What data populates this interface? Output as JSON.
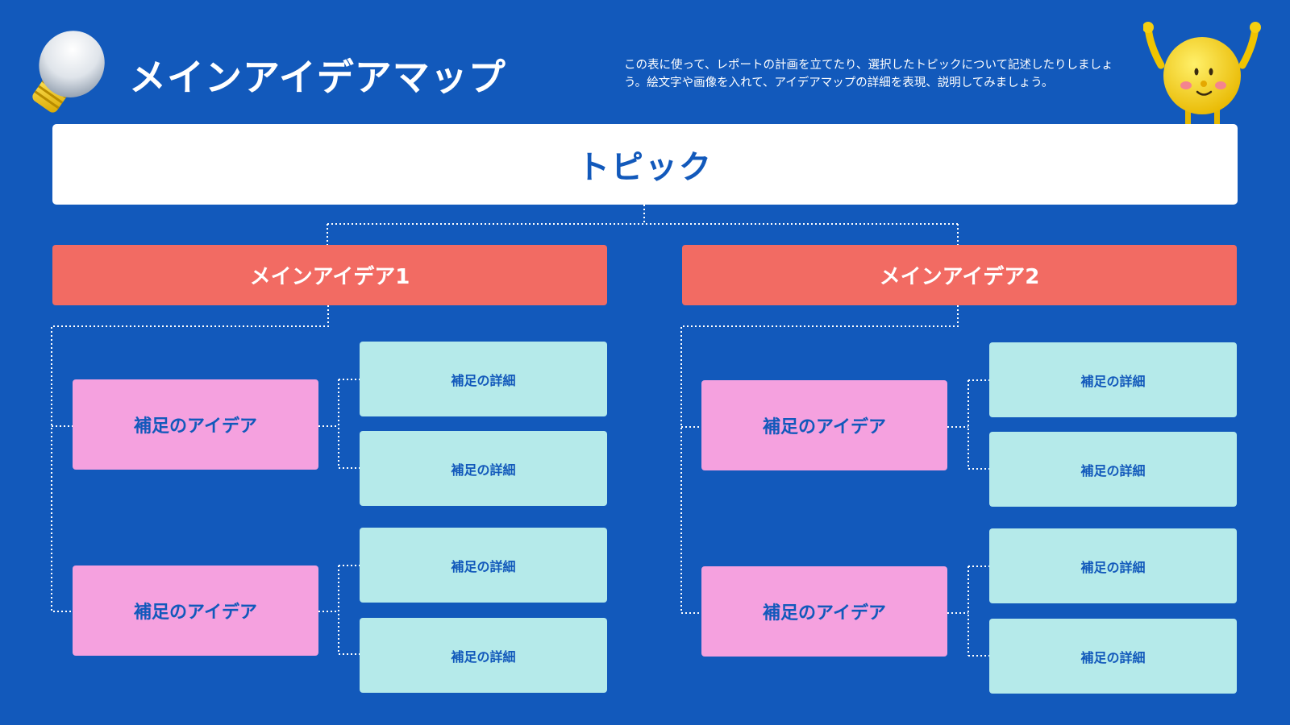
{
  "header": {
    "title": "メインアイデアマップ",
    "description": "この表に使って、レポートの計画を立てたり、選択したトピックについて記述したりしましょう。絵文字や画像を入れて、アイデアマップの詳細を表現、説明してみましょう。"
  },
  "topic": {
    "label": "トピック"
  },
  "main_ideas": [
    {
      "label": "メインアイデア1",
      "sub_ideas": [
        {
          "label": "補足のアイデア",
          "details": [
            "補足の詳細",
            "補足の詳細"
          ]
        },
        {
          "label": "補足のアイデア",
          "details": [
            "補足の詳細",
            "補足の詳細"
          ]
        }
      ]
    },
    {
      "label": "メインアイデア2",
      "sub_ideas": [
        {
          "label": "補足のアイデア",
          "details": [
            "補足の詳細",
            "補足の詳細"
          ]
        },
        {
          "label": "補足のアイデア",
          "details": [
            "補足の詳細",
            "補足の詳細"
          ]
        }
      ]
    }
  ],
  "decorations": {
    "left_icon": "lightbulb-icon",
    "right_icon": "smiley-character-icon"
  },
  "colors": {
    "background": "#1259BB",
    "topic_box": "#FFFFFF",
    "main_idea_box": "#F26B63",
    "sub_idea_box": "#F5A1DF",
    "detail_box": "#B5EAEA"
  }
}
